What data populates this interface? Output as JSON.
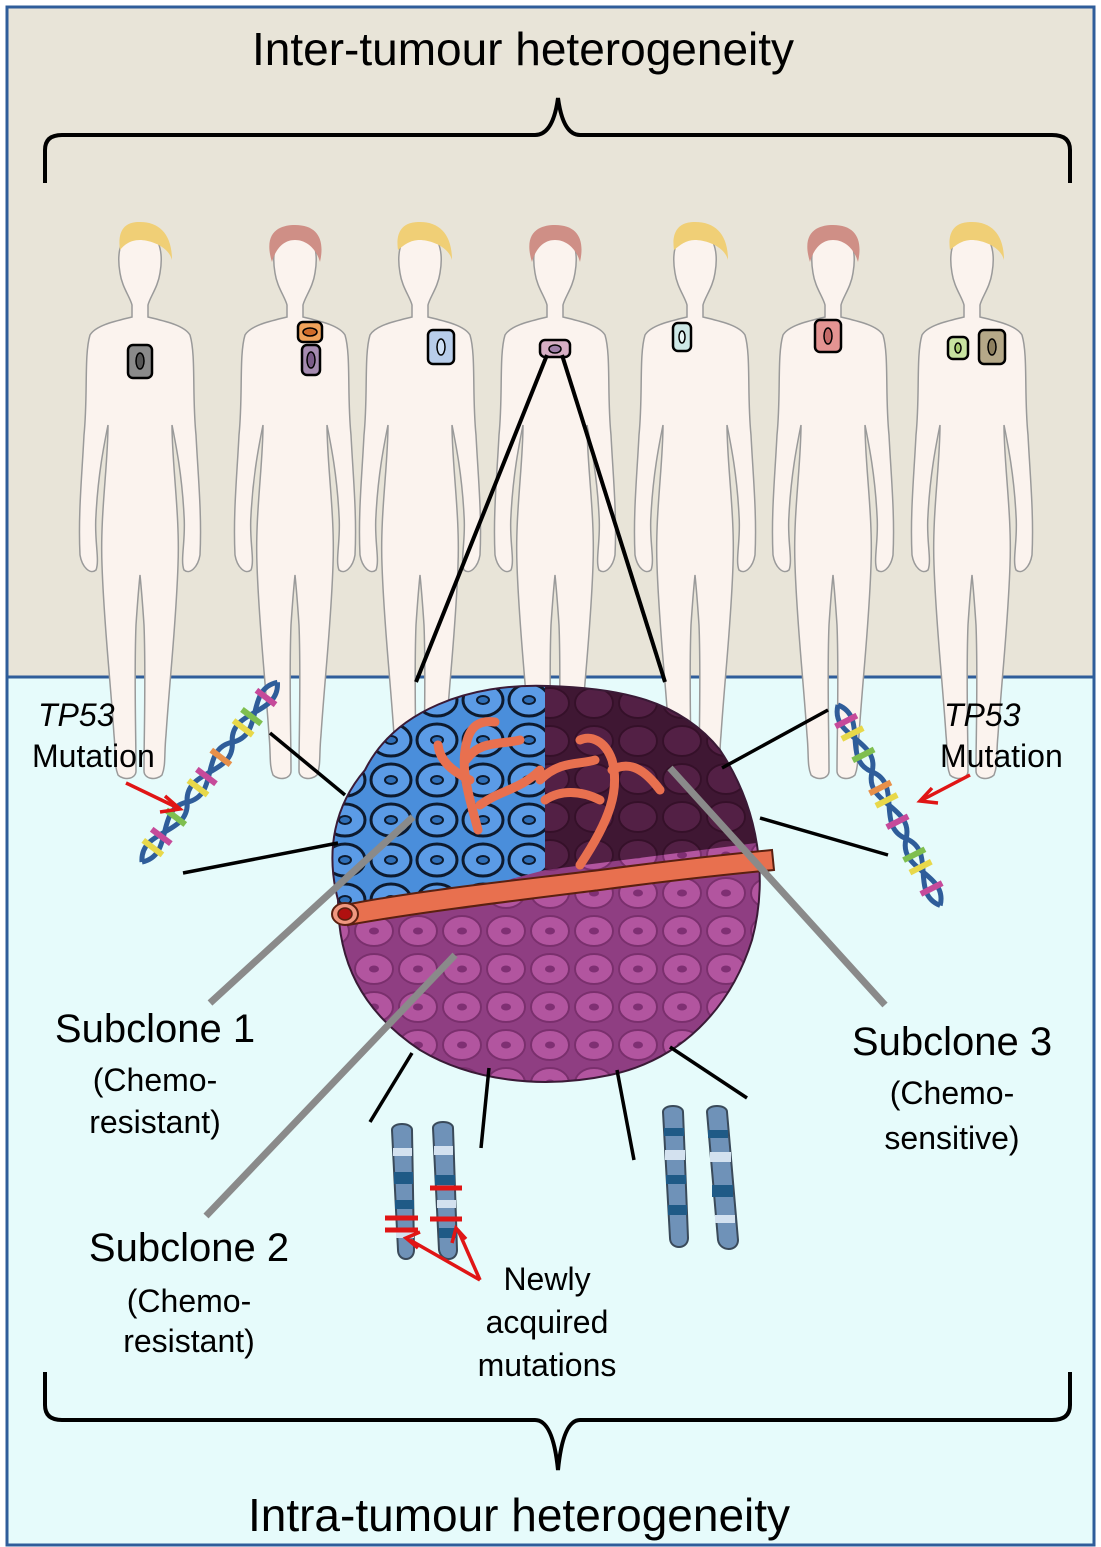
{
  "title_top": "Inter-tumour heterogeneity",
  "title_bottom": "Intra-tumour heterogeneity",
  "tp53_left": {
    "gene": "TP53",
    "text": "Mutation"
  },
  "tp53_right": {
    "gene": "TP53",
    "text": "Mutation"
  },
  "subclone1": {
    "label": "Subclone 1",
    "line1": "(Chemo-",
    "line2": "resistant)"
  },
  "subclone2": {
    "label": "Subclone 2",
    "line1": "(Chemo-",
    "line2": "resistant)"
  },
  "subclone3": {
    "label": "Subclone 3",
    "line1": "(Chemo-",
    "line2": "sensitive)"
  },
  "mutations_label": {
    "line1": "Newly",
    "line2": "acquired",
    "line3": "mutations"
  },
  "colors": {
    "top_panel_bg": "#e8e4d8",
    "bottom_panel_bg": "#e6fbfb",
    "panel_border": "#2f5d9a",
    "subclone1": "#4a8edb",
    "subclone2": "#a64b96",
    "subclone3": "#4a1d3a",
    "vessel": "#e8704f",
    "arrow": "#e01515",
    "pointer_line": "#8a8a8a"
  },
  "people": [
    {
      "hair": "blond",
      "tumours": [
        "#8a8a8a"
      ]
    },
    {
      "hair": "auburn",
      "tumours": [
        "#f0a25a",
        "#a58bb0"
      ]
    },
    {
      "hair": "blond",
      "tumours": [
        "#b8cdea"
      ]
    },
    {
      "hair": "auburn",
      "tumours": [
        "#d6aec4"
      ]
    },
    {
      "hair": "blond",
      "tumours": [
        "#cde8e6"
      ]
    },
    {
      "hair": "auburn",
      "tumours": [
        "#e49492"
      ]
    },
    {
      "hair": "blond",
      "tumours": [
        "#c7e3a0",
        "#b5a888"
      ]
    }
  ]
}
